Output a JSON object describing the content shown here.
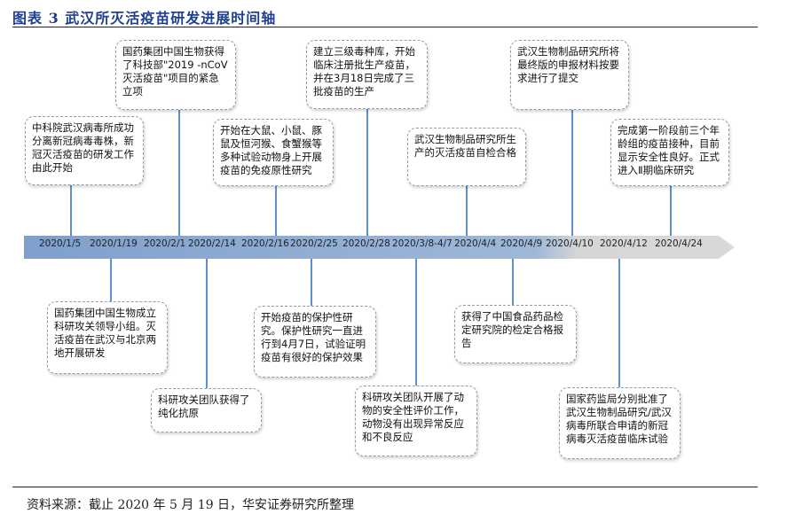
{
  "header": {
    "title": "图表 3 武汉所灭活疫苗研发进展时间轴"
  },
  "footer": {
    "source": "资料来源：截止 2020 年 5 月 19 日，华安证券研究所整理"
  },
  "timeline": {
    "dates": [
      "2020/1/5",
      "2020/1/19",
      "2020/2/1",
      "2020/2/14",
      "2020/2/16",
      "2020/2/25",
      "2020/2/28",
      "2020/3/8-4/7",
      "2020/4/4",
      "2020/4/9",
      "2020/4/10",
      "2020/4/12",
      "2020/4/24"
    ],
    "events_top": [
      {
        "date": "2020/1/5",
        "text": "中科院武汉病毒所成功分离新冠病毒毒株，新冠灭活疫苗的研发工作由此开始"
      },
      {
        "date": "2020/2/1",
        "text": "国药集团中国生物获得了科技部\"2019 -nCoV灭活疫苗\"项目的紧急立项"
      },
      {
        "date": "2020/2/16",
        "text": "开始在大鼠、小鼠、豚鼠及恒河猴、食蟹猴等多种试验动物身上开展疫苗的免疫原性研究"
      },
      {
        "date": "2020/2/28",
        "text": "建立三级毒种库，开始临床注册批生产疫苗，并在3月18日完成了三批疫苗的生产"
      },
      {
        "date": "2020/4/4",
        "text": "武汉生物制品研究所生产的灭活疫苗自检合格"
      },
      {
        "date": "2020/4/10",
        "text": "武汉生物制品研究所将最终版的申报材料按要求进行了提交"
      },
      {
        "date": "2020/4/24",
        "text": "完成第一阶段前三个年龄组的疫苗接种，目前显示安全性良好。正式进入Ⅱ期临床研究"
      }
    ],
    "events_bottom": [
      {
        "date": "2020/1/19",
        "text": "国药集团中国生物成立科研攻关领导小组。灭活疫苗在武汉与北京两地开展研发"
      },
      {
        "date": "2020/2/14",
        "text": "科研攻关团队获得了纯化抗原"
      },
      {
        "date": "2020/2/25",
        "text": "开始疫苗的保护性研究。保护性研究一直进行到4月7日，试验证明疫苗有很好的保护效果"
      },
      {
        "date": "2020/3/8-4/7",
        "text": "科研攻关团队开展了动物的安全性评价工作，动物没有出现异常反应和不良反应"
      },
      {
        "date": "2020/4/9",
        "text": "获得了中国食品药品检定研究院的检定合格报告"
      },
      {
        "date": "2020/4/12",
        "text": "国家药监局分别批准了武汉生物制品研究/武汉病毒所联合申请的新冠病毒灭活疫苗临床试验"
      }
    ]
  },
  "colors": {
    "arrow_light": "#7f9fcc",
    "arrow_dark": "#c9c9c9",
    "connector": "#5b8fd0",
    "title": "#1f3f8f"
  }
}
